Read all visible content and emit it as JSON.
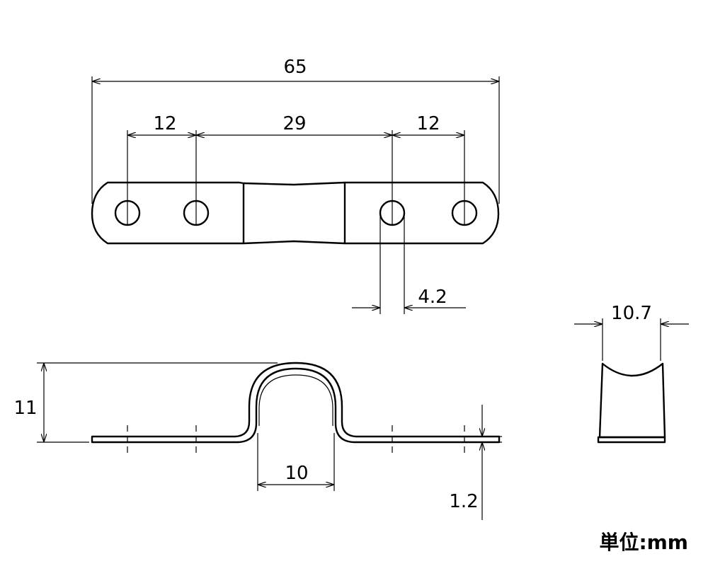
{
  "drawing": {
    "dimensions": {
      "overall_length": "65",
      "hole_pitch_left": "12",
      "center_span": "29",
      "hole_pitch_right": "12",
      "hole_diameter": "4.2",
      "height": "11",
      "arch_inner_width": "10",
      "thickness": "1.2",
      "side_width": "10.7"
    },
    "unit_label": "単位:mm"
  }
}
